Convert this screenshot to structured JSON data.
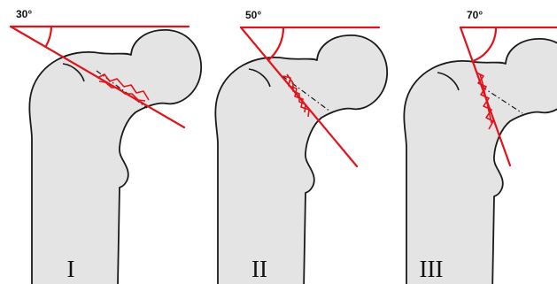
{
  "panels": [
    {
      "angle": "30°",
      "numeral": "I"
    },
    {
      "angle": "50°",
      "numeral": "II"
    },
    {
      "angle": "70°",
      "numeral": "III"
    }
  ],
  "colors": {
    "fracture_line": "#e0141b",
    "bone_fill": "#e4e4e4",
    "outline": "#1a1a1a"
  }
}
